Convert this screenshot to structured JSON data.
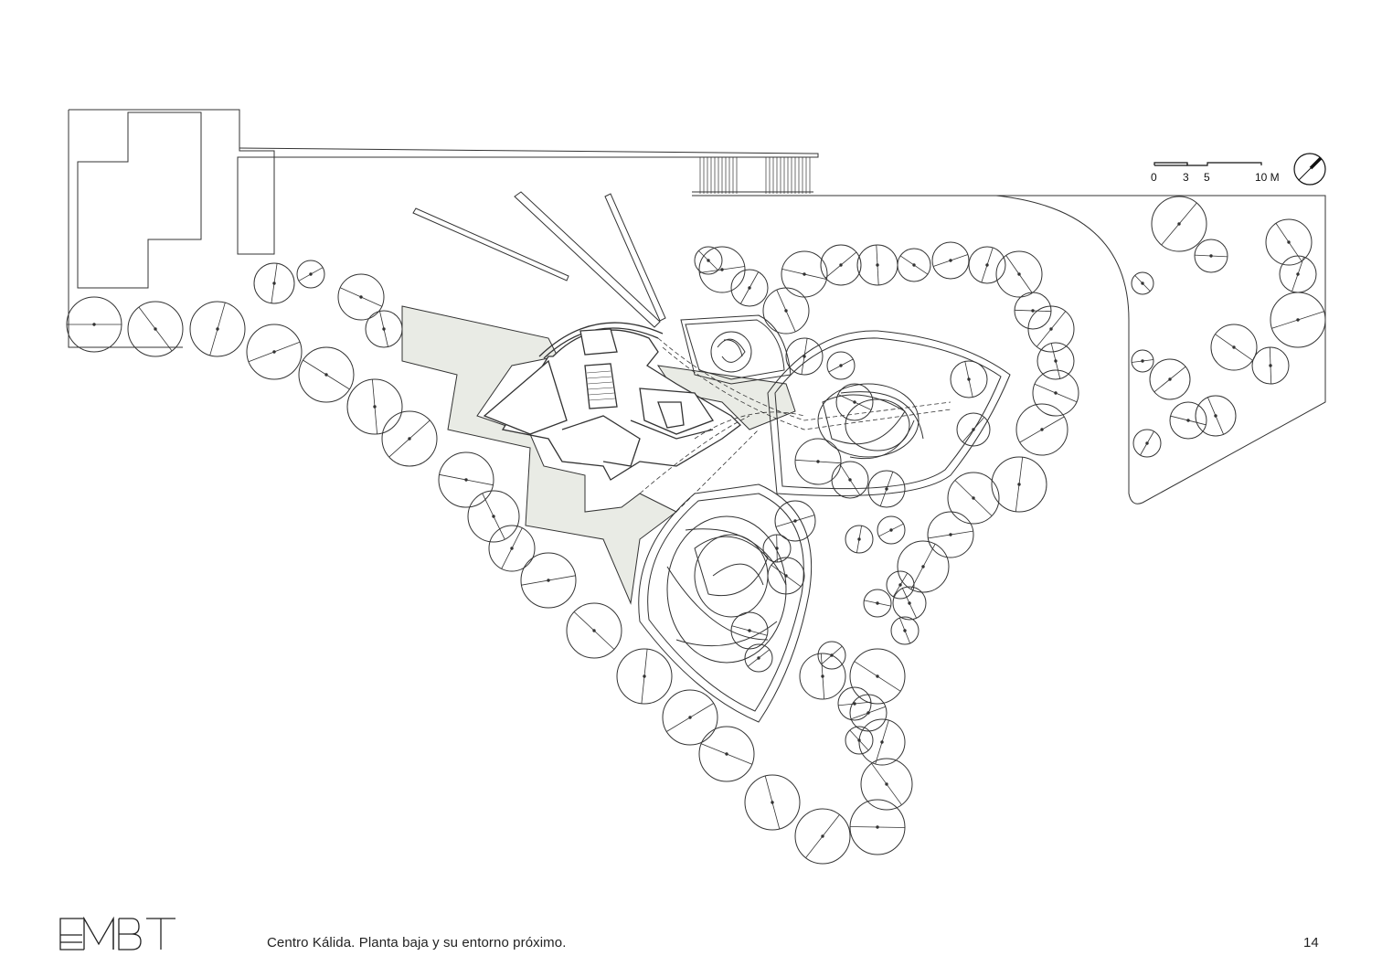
{
  "scale_bar": {
    "labels": [
      "0",
      "3",
      "5",
      "10 M"
    ]
  },
  "footer": {
    "logo_text": "EMBT",
    "caption": "Centro Kálida. Planta baja y su entorno próximo.",
    "page_number": "14"
  },
  "colors": {
    "line": "#333333",
    "fill_paving": "#e9ebe5",
    "background": "#ffffff"
  },
  "icons": [
    "north-arrow-icon",
    "scale-bar",
    "tree-symbol"
  ]
}
